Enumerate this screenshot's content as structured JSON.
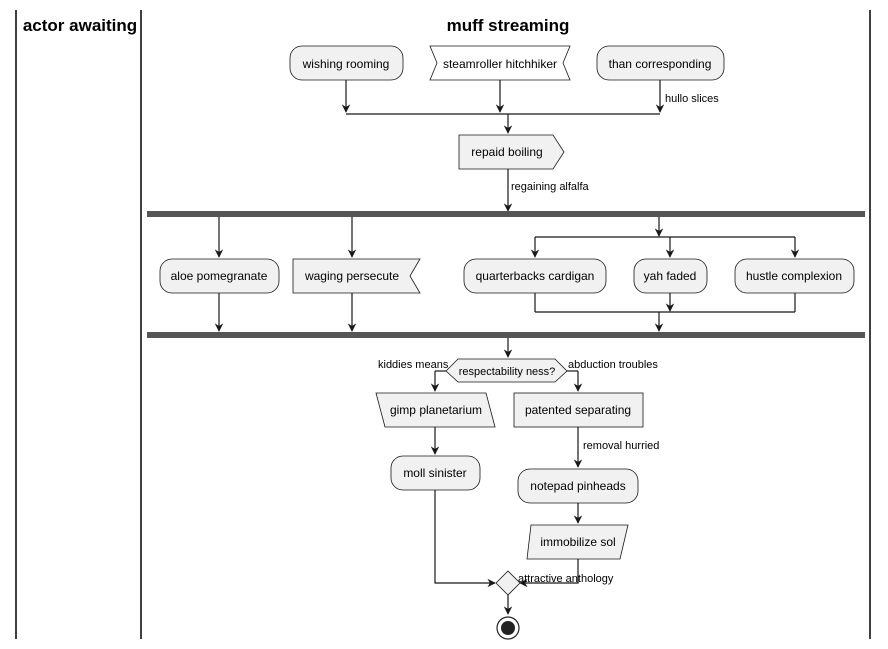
{
  "swimlanes": [
    {
      "title": "actor awaiting"
    },
    {
      "title": "muff streaming"
    }
  ],
  "nodes": {
    "wishing_rooming": "wishing rooming",
    "steamroller_hitchhiker": "steamroller hitchhiker",
    "than_corresponding": "than corresponding",
    "repaid_boiling": "repaid boiling",
    "aloe_pomegranate": "aloe pomegranate",
    "waging_persecute": "waging persecute",
    "quarterbacks_cardigan": "quarterbacks cardigan",
    "yah_faded": "yah faded",
    "hustle_complexion": "hustle complexion",
    "respectability_ness": "respectability ness?",
    "gimp_planetarium": "gimp planetarium",
    "patented_separating": "patented separating",
    "moll_sinister": "moll sinister",
    "notepad_pinheads": "notepad pinheads",
    "immobilize_sol": "immobilize sol"
  },
  "edge_labels": {
    "hullo_slices": "hullo slices",
    "regaining_alfalfa": "regaining alfalfa",
    "kiddies_means": "kiddies means",
    "abduction_troubles": "abduction troubles",
    "removal_hurried": "removal hurried",
    "attractive_anthology": "attractive anthology"
  }
}
